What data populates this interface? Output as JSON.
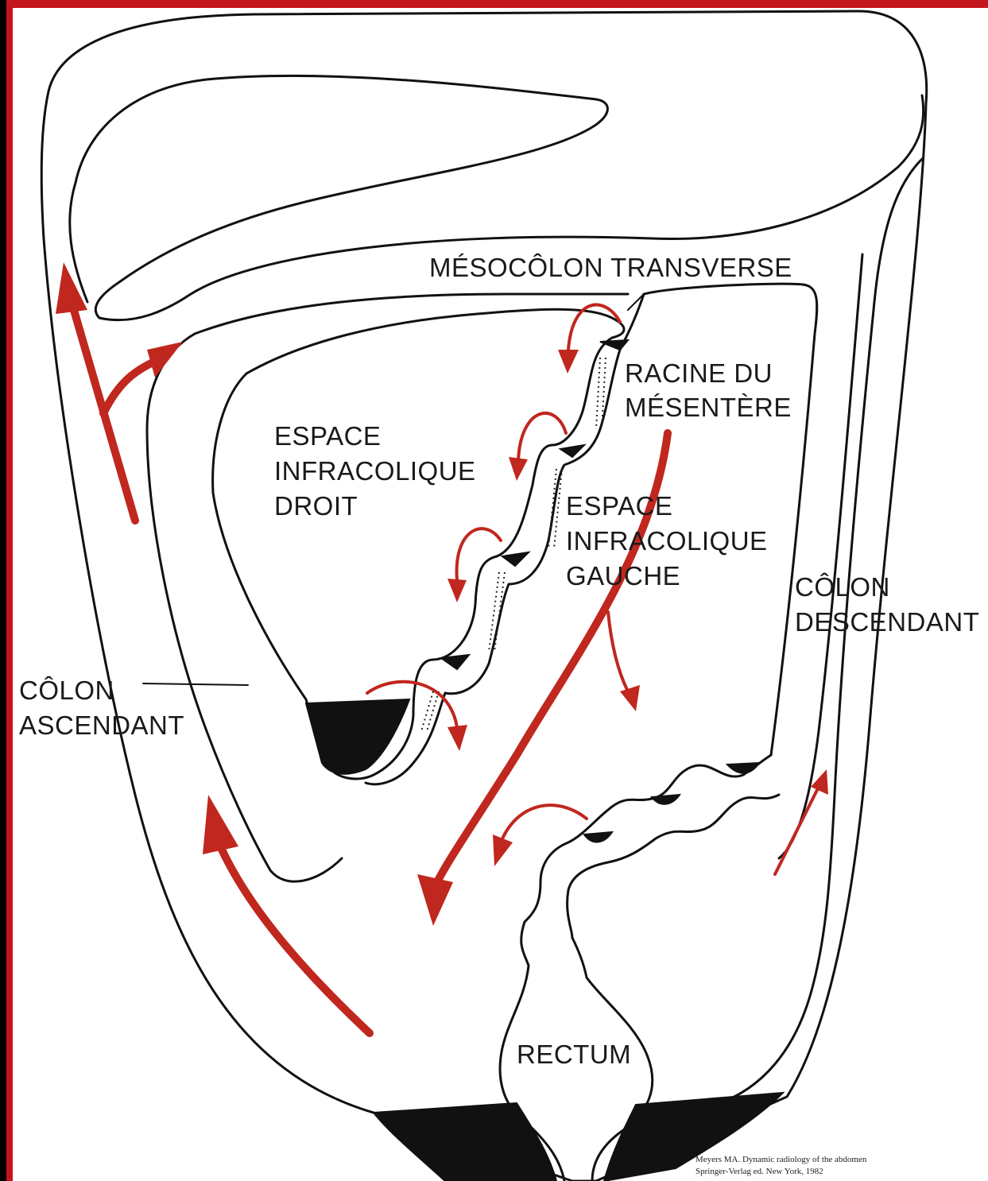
{
  "labels": {
    "mesocolon_transverse": "MÉSOCÔLON TRANSVERSE",
    "racine_line1": "RACINE DU",
    "racine_line2": "MÉSENTÈRE",
    "espace_droit_line1": "ESPACE",
    "espace_droit_line2": "INFRACOLIQUE",
    "espace_droit_line3": "DROIT",
    "espace_gauche_line1": "ESPACE",
    "espace_gauche_line2": "INFRACOLIQUE",
    "espace_gauche_line3": "GAUCHE",
    "colon_desc_line1": "CÔLON",
    "colon_desc_line2": "DESCENDANT",
    "colon_asc_line1": "CÔLON",
    "colon_asc_line2": "ASCENDANT",
    "rectum": "RECTUM"
  },
  "credit": {
    "line1": "Meyers MA. Dynamic radiology of the abdomen",
    "line2": "Springer-Verlag ed. New York, 1982"
  },
  "colors": {
    "arrow": "#c0271e",
    "border_red": "#c4161c",
    "ink": "#111111",
    "paper": "#ffffff"
  }
}
